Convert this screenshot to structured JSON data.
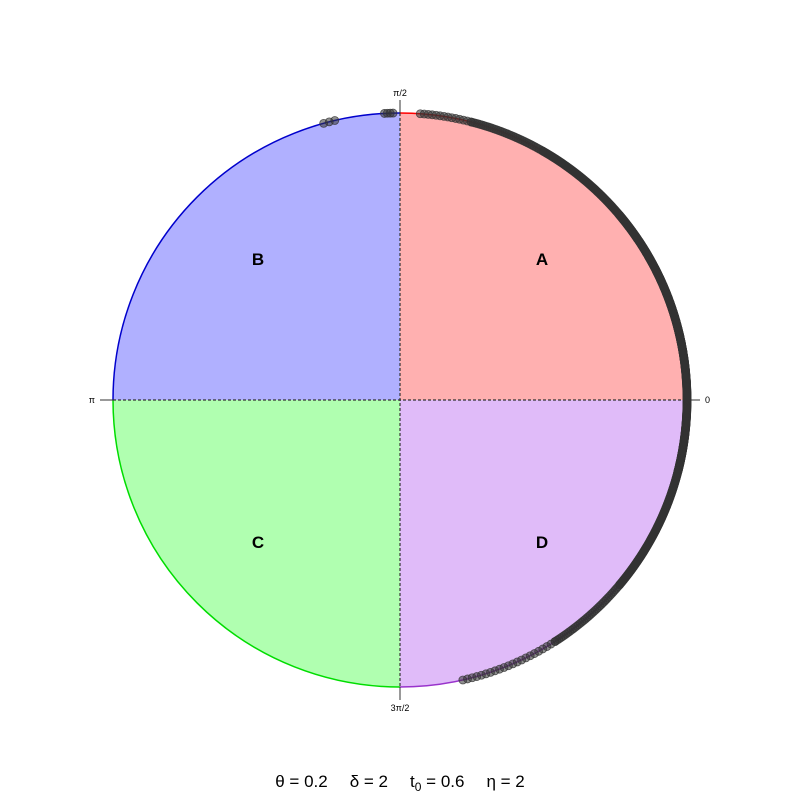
{
  "chart_data": {
    "type": "scatter",
    "coordinate_system": "polar (unit circle, angle in radians)",
    "axis_ticks": {
      "right": "0",
      "top": "π/2",
      "left": "π",
      "bottom": "3π/2"
    },
    "regions": [
      {
        "label": "A",
        "from": 0,
        "to": 1.5708,
        "fill": "#ffb0b0",
        "edge": "#ff0000"
      },
      {
        "label": "B",
        "from": 1.5708,
        "to": 3.1416,
        "fill": "#b0b0ff",
        "edge": "#0000cc"
      },
      {
        "label": "C",
        "from": 3.1416,
        "to": 4.7124,
        "fill": "#b0ffb0",
        "edge": "#00dd00"
      },
      {
        "label": "D",
        "from": 4.7124,
        "to": 6.2832,
        "fill": "#e0bbf9",
        "edge": "#9933cc"
      }
    ],
    "point_color": "#333333",
    "point_clusters": [
      {
        "from": 1.8,
        "to": 1.84,
        "count": 3
      },
      {
        "from": 1.595,
        "to": 1.625,
        "count": 4
      },
      {
        "from": 1.32,
        "to": 1.5,
        "count": 14
      },
      {
        "from": 1.05,
        "to": 1.32,
        "count": 40
      },
      {
        "from": 0.7,
        "to": 1.05,
        "count": 90
      },
      {
        "from": 0.25,
        "to": 0.7,
        "count": 220
      },
      {
        "from": -0.25,
        "to": 0.25,
        "count": 300
      },
      {
        "from": -0.7,
        "to": -0.25,
        "count": 150
      },
      {
        "from": -1.0,
        "to": -0.7,
        "count": 40
      },
      {
        "from": -1.35,
        "to": -1.0,
        "count": 22
      }
    ]
  },
  "params": {
    "theta": {
      "symbol": "θ",
      "value": "0.2"
    },
    "delta": {
      "symbol": "δ",
      "value": "2"
    },
    "t0": {
      "symbol": "t",
      "sub": "0",
      "value": "0.6"
    },
    "eta": {
      "symbol": "η",
      "value": "2"
    }
  }
}
